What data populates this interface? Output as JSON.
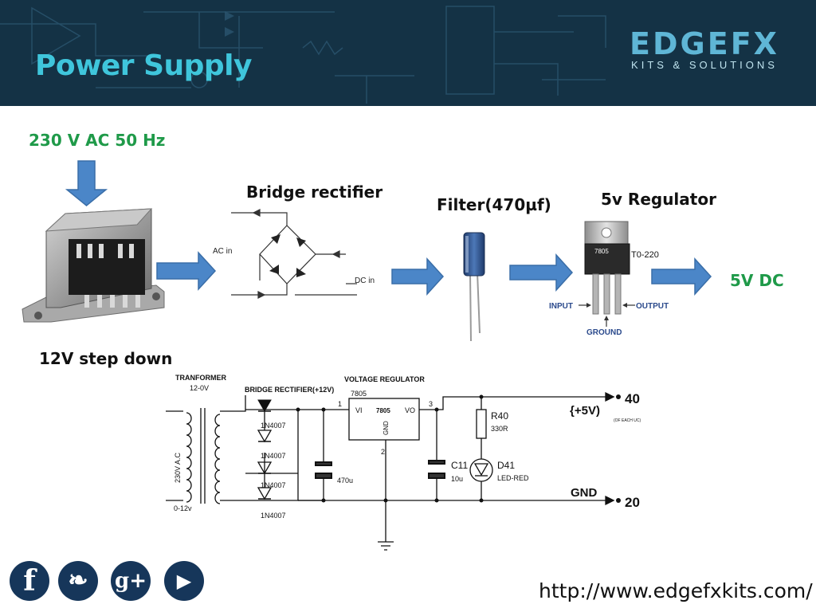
{
  "header": {
    "title": "Power Supply",
    "logo": {
      "main": "EDGEFX",
      "sub": "KITS & SOLUTIONS"
    }
  },
  "labels": {
    "ac_input": "230 V AC 50 Hz",
    "bridge": "Bridge rectifier",
    "filter": "Filter(470µf)",
    "regulator": "5v Regulator",
    "output": "5V DC",
    "transformer": "12V step down",
    "ac_in": "AC in",
    "dc_in": "DC in",
    "reg_chip": "7805",
    "package": "T0-220",
    "pin_input": "INPUT",
    "pin_output": "OUTPUT",
    "pin_ground": "GROUND"
  },
  "schematic": {
    "transformer_title": "TRANFORMER",
    "transformer_rating": "12-0V",
    "primary_label": "230V A.C",
    "secondary_label": "0-12v",
    "bridge_title": "BRIDGE RECTIFIER(+12V)",
    "diode_part": "1N4007",
    "cap1": "470u",
    "reg_title": "VOLTAGE REGULATOR",
    "reg_part": "7805",
    "pin_vi": "VI",
    "pin_vo": "VO",
    "pin_gnd": "GND",
    "pin1": "1",
    "pin2": "2",
    "pin3": "3",
    "cap2_name": "C11",
    "cap2_value": "10u",
    "res_name": "R40",
    "res_value": "330R",
    "led_name": "D41",
    "led_value": "LED-RED",
    "out_label": "{+5V)",
    "out_note": "(OF EACH UC)",
    "gnd_label": "GND",
    "pin40": "40",
    "pin20": "20"
  },
  "footer": {
    "url": "http://www.edgefxkits.com/",
    "social": [
      {
        "icon": "facebook-icon",
        "glyph": "f"
      },
      {
        "icon": "twitter-icon",
        "glyph": "❧"
      },
      {
        "icon": "google-plus-icon",
        "glyph": "g+"
      },
      {
        "icon": "play-icon",
        "glyph": "▶"
      }
    ]
  },
  "colors": {
    "header_bg": "#143245",
    "title": "#3fc6dc",
    "accent_green": "#1f9a49",
    "arrow_fill": "#4b86c8",
    "arrow_stroke": "#3a6ea8",
    "social_bg": "#16365a"
  }
}
